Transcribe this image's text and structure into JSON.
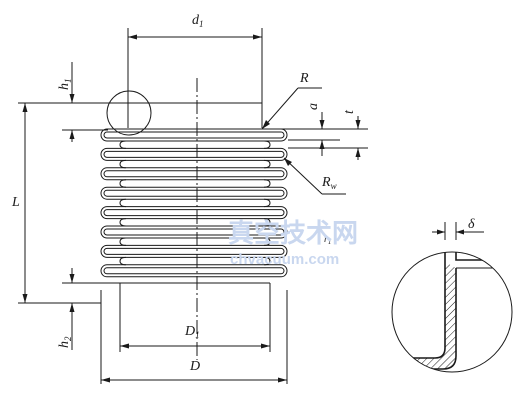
{
  "labels": {
    "d1": "d",
    "d1_sub": "1",
    "h1": "h",
    "h1_sub": "1",
    "R": "R",
    "a": "a",
    "t": "t",
    "Rw": "R",
    "Rw_sub": "w",
    "L": "L",
    "r1": "r",
    "r1_sub": "1",
    "h2": "h",
    "h2_sub": "2",
    "D1": "D",
    "D1_sub": "1",
    "D": "D",
    "delta": "δ"
  },
  "watermark": {
    "cn": "真空技术网",
    "url": "chvacuum.com"
  },
  "colors": {
    "line": "#1a1a1a",
    "watermark": "#c9d7ef"
  },
  "convolutions": 8
}
